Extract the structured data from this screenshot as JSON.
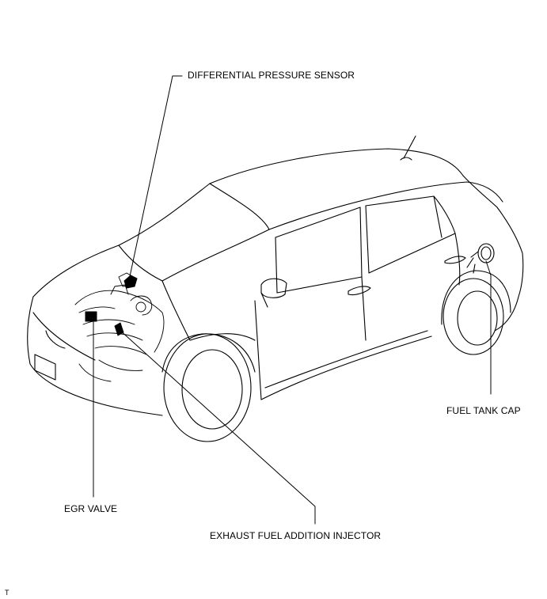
{
  "labels": {
    "differential_pressure_sensor": "DIFFERENTIAL PRESSURE SENSOR",
    "fuel_tank_cap": "FUEL TANK CAP",
    "egr_valve": "EGR VALVE",
    "exhaust_fuel_addition_injector": "EXHAUST FUEL ADDITION INJECTOR",
    "corner_mark": "T"
  },
  "colors": {
    "line": "#000000",
    "background": "#ffffff"
  }
}
